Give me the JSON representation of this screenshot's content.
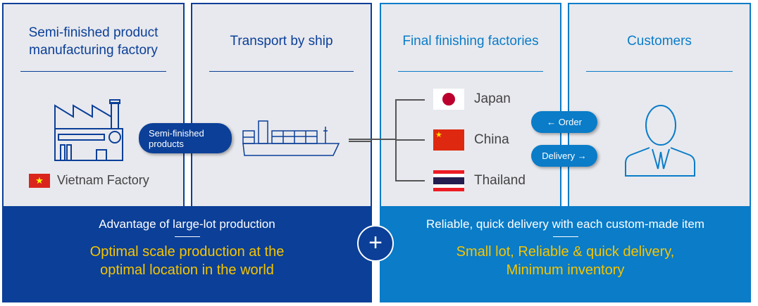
{
  "panels": [
    {
      "title": "Semi-finished product manufacturing factory",
      "location": "Vietnam Factory"
    },
    {
      "title": "Transport by ship"
    },
    {
      "title": "Final finishing factories",
      "countries": [
        "Japan",
        "China",
        "Thailand"
      ]
    },
    {
      "title": "Customers"
    }
  ],
  "pills": {
    "semi_finished": "Semi-finished products",
    "order": "← Order",
    "delivery": "Delivery →"
  },
  "banners": [
    {
      "title": "Advantage of large-lot production",
      "subtitle": "Optimal scale production at the optimal location in the world"
    },
    {
      "title": "Reliable, quick delivery with each custom-made item",
      "subtitle": "Small lot, Reliable & quick delivery, Minimum inventory"
    }
  ],
  "plus": "+",
  "colors": {
    "dark_blue": "#0b3f98",
    "light_blue": "#0a7cc8",
    "accent_yellow": "#f5c400",
    "panel_bg": "#e8e9ee"
  }
}
